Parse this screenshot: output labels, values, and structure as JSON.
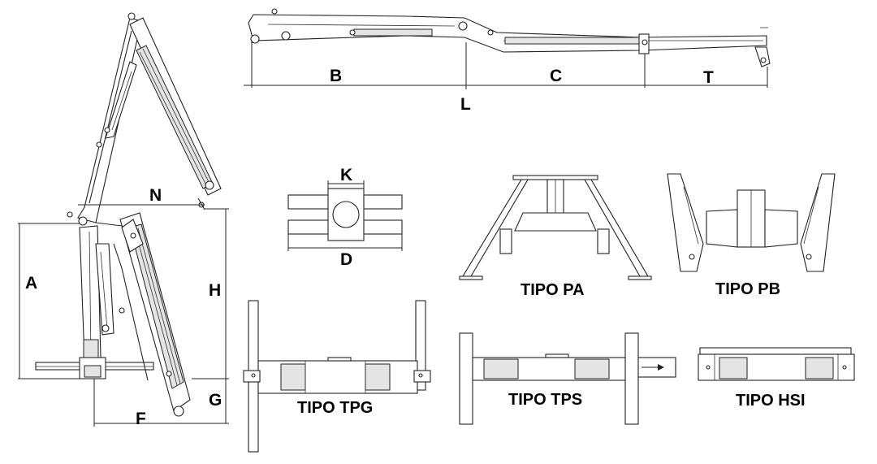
{
  "labels": {
    "A": "A",
    "B": "B",
    "C": "C",
    "D": "D",
    "F": "F",
    "G": "G",
    "H": "H",
    "K": "K",
    "L": "L",
    "N": "N",
    "T": "T"
  },
  "types": {
    "pa": "TIPO PA",
    "pb": "TIPO PB",
    "tpg": "TIPO TPG",
    "tps": "TIPO TPS",
    "hsi": "TIPO HSI"
  }
}
